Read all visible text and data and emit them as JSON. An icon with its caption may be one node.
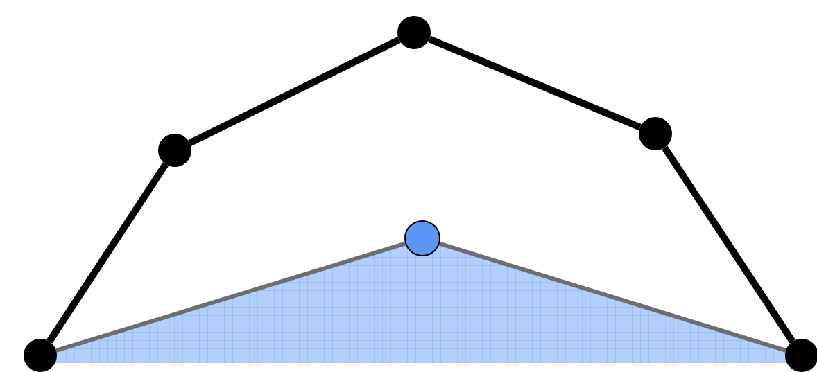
{
  "diagram": {
    "nodes": [
      {
        "text": [],
        "shape": "circle"
      },
      {
        "text": [],
        "shape": "circle"
      },
      {
        "text": [],
        "shape": "circle"
      },
      {
        "text": [],
        "shape": "circle"
      },
      {
        "text": [],
        "shape": "circle"
      },
      {
        "text": [],
        "shape": "circle"
      }
    ],
    "edges": [
      {
        "from": 0,
        "to": 1,
        "arrow": "none"
      },
      {
        "from": 1,
        "to": 2,
        "arrow": "none"
      },
      {
        "from": 2,
        "to": 3,
        "arrow": "none"
      },
      {
        "from": 3,
        "to": 4,
        "arrow": "none"
      },
      {
        "from": 0,
        "to": 5,
        "arrow": "none",
        "color": "#6e6e6e"
      },
      {
        "from": 5,
        "to": 4,
        "arrow": "none",
        "color": "#6e6e6e"
      }
    ]
  }
}
